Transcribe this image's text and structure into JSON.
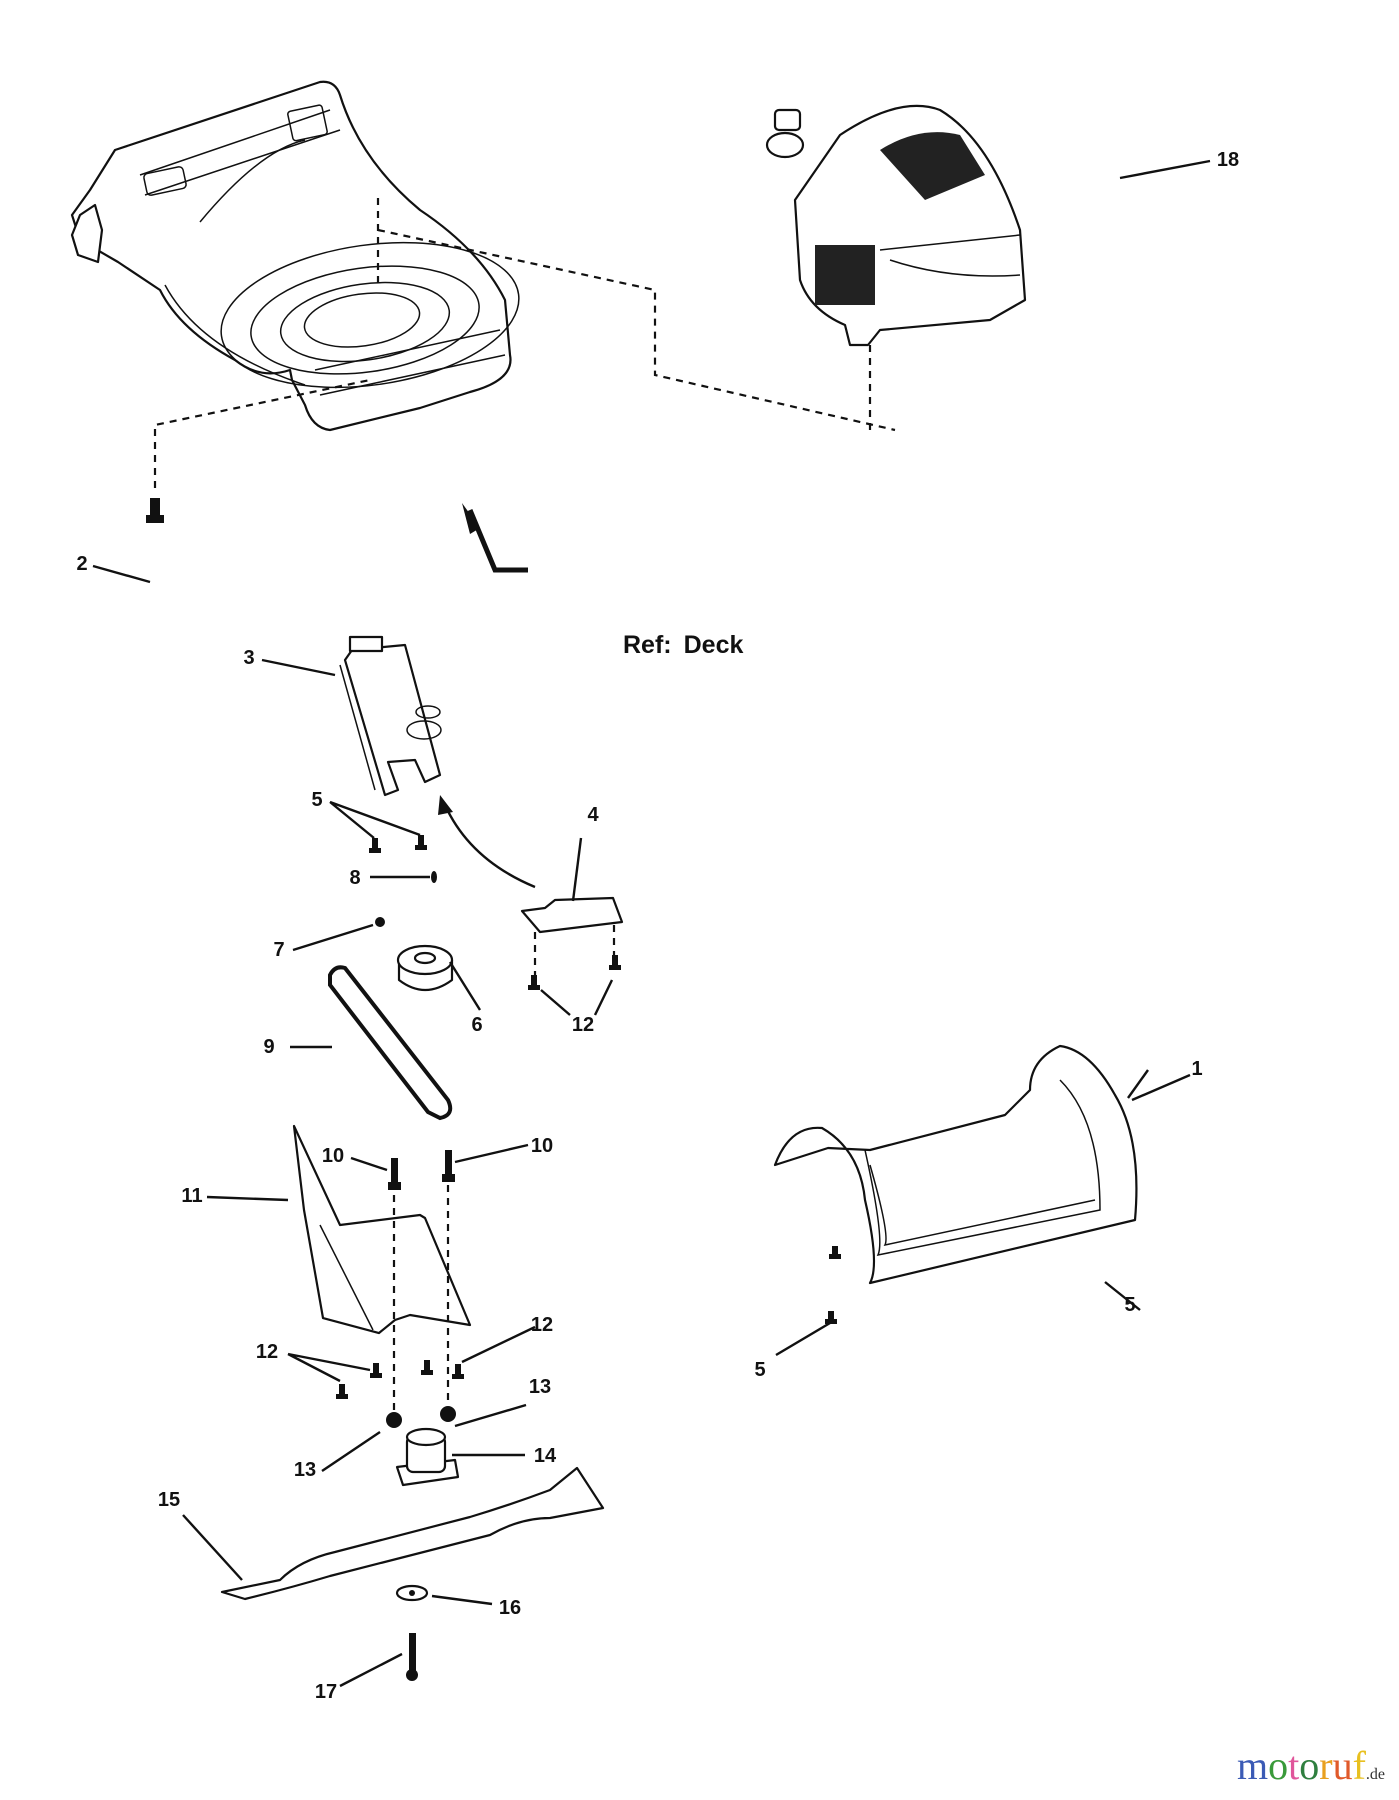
{
  "diagram": {
    "type": "exploded parts diagram",
    "subject": "lawn mower deck assembly",
    "reference_label": {
      "prefix": "Ref:",
      "name": "Deck"
    },
    "callouts": [
      {
        "id": "c1",
        "number": "1",
        "part": "rear handle/trim cover"
      },
      {
        "id": "c2",
        "number": "2",
        "part": "engine mounting bolt"
      },
      {
        "id": "c3",
        "number": "3",
        "part": "drive bracket"
      },
      {
        "id": "c4",
        "number": "4",
        "part": "guard plate"
      },
      {
        "id": "c5a",
        "number": "5",
        "part": "screw"
      },
      {
        "id": "c5b",
        "number": "5",
        "part": "screw"
      },
      {
        "id": "c5c",
        "number": "5",
        "part": "screw"
      },
      {
        "id": "c6",
        "number": "6",
        "part": "pulley"
      },
      {
        "id": "c7",
        "number": "7",
        "part": "set screw"
      },
      {
        "id": "c8",
        "number": "8",
        "part": "key"
      },
      {
        "id": "c9",
        "number": "9",
        "part": "belt"
      },
      {
        "id": "c10a",
        "number": "10",
        "part": "bolt"
      },
      {
        "id": "c10b",
        "number": "10",
        "part": "bolt"
      },
      {
        "id": "c11",
        "number": "11",
        "part": "belt cover"
      },
      {
        "id": "c12a",
        "number": "12",
        "part": "screw"
      },
      {
        "id": "c12b",
        "number": "12",
        "part": "screw"
      },
      {
        "id": "c12c",
        "number": "12",
        "part": "screw"
      },
      {
        "id": "c13a",
        "number": "13",
        "part": "nut"
      },
      {
        "id": "c13b",
        "number": "13",
        "part": "nut"
      },
      {
        "id": "c14",
        "number": "14",
        "part": "blade adapter"
      },
      {
        "id": "c15",
        "number": "15",
        "part": "blade"
      },
      {
        "id": "c16",
        "number": "16",
        "part": "washer"
      },
      {
        "id": "c17",
        "number": "17",
        "part": "blade bolt"
      },
      {
        "id": "c18",
        "number": "18",
        "part": "engine"
      }
    ]
  },
  "watermark": {
    "letters": [
      {
        "ch": "m",
        "color": "#3b5bb5"
      },
      {
        "ch": "o",
        "color": "#3a9a3a"
      },
      {
        "ch": "t",
        "color": "#e0569b"
      },
      {
        "ch": "o",
        "color": "#2f7f3f"
      },
      {
        "ch": "r",
        "color": "#e8a020"
      },
      {
        "ch": "u",
        "color": "#e05a2a"
      },
      {
        "ch": "f",
        "color": "#e8c020"
      }
    ],
    "suffix": ".de"
  }
}
